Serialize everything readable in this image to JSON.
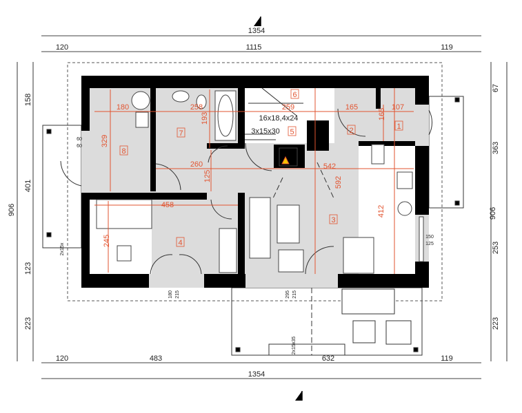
{
  "colors": {
    "wall": "#000000",
    "floor": "#dcdcdc",
    "dimension_red": "#e2532f",
    "line": "#222222"
  },
  "overall_dimensions": {
    "top_total": "1354",
    "top_left": "120",
    "top_middle": "1115",
    "top_right": "119",
    "bottom_left": "120",
    "bottom_mid_left": "483",
    "bottom_mid_right": "632",
    "bottom_right": "119",
    "bottom_total": "1354",
    "left_total": "906",
    "left_1": "158",
    "left_2": "401",
    "left_3": "123",
    "left_4": "223",
    "right_total": "906",
    "right_1": "67",
    "right_2": "363",
    "right_3": "253",
    "right_4": "223"
  },
  "rooms": [
    {
      "number": "1"
    },
    {
      "number": "2"
    },
    {
      "number": "3"
    },
    {
      "number": "4"
    },
    {
      "number": "5"
    },
    {
      "number": "6"
    },
    {
      "number": "7"
    },
    {
      "number": "8"
    }
  ],
  "room_dimensions": {
    "r8_width": "180",
    "r8_height": "329",
    "r7_width": "258",
    "r7_height": "193",
    "corridor_width": "260",
    "corridor_height": "125",
    "r6_width": "259",
    "r2_width": "165",
    "r1_width": "107",
    "r1_height": "165",
    "r3_width": "542",
    "r3_height": "592",
    "r3_kitchen": "412",
    "r4_width": "458",
    "r4_height": "245"
  },
  "stairs": {
    "main": "16x18,4x24",
    "entry": "3x15x30",
    "left_step": "2x15x",
    "terrace_step": "2x15x35"
  },
  "openings": {
    "window_left": "60",
    "window_left_sub": "60",
    "window_right": "150",
    "window_right_sub": "125",
    "door_r4": "180",
    "door_r4_sub": "215",
    "door_r3": "295",
    "door_r3_sub": "215"
  }
}
